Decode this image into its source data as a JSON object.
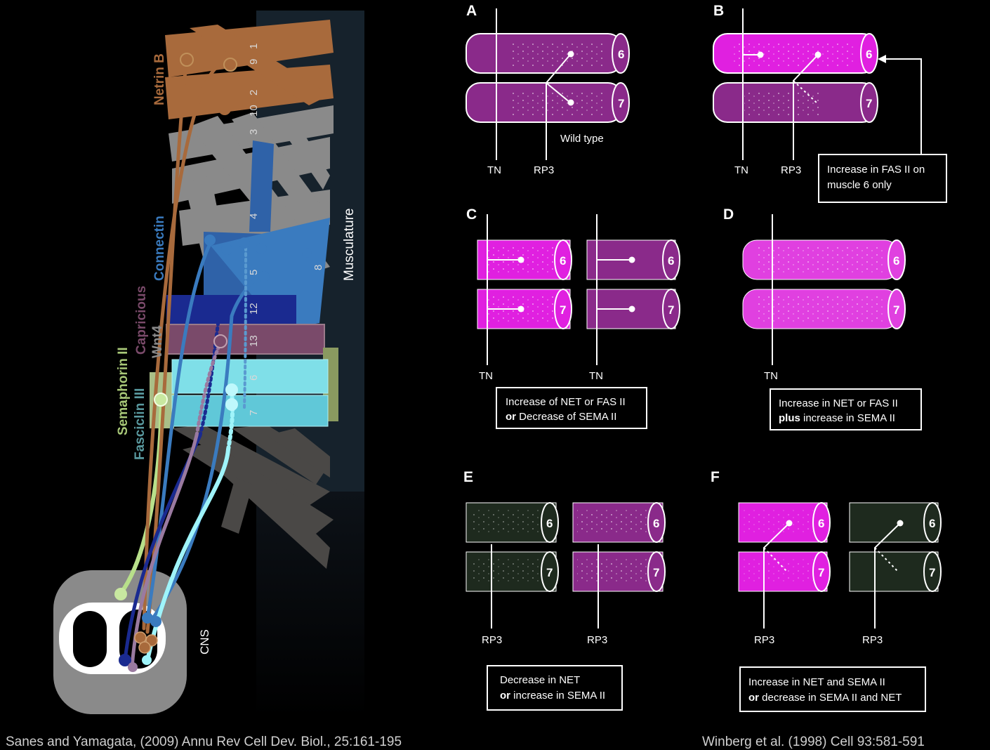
{
  "left_panel": {
    "muscle_numbers": [
      "1",
      "9",
      "2",
      "10",
      "3",
      "4",
      "5",
      "8",
      "12",
      "13",
      "6",
      "7"
    ],
    "labels": {
      "netrin": "Netrin B",
      "connectin": "Connectin",
      "capricious": "Capricious",
      "wnt4": "Wnt4",
      "semaphorin": "Semaphorin II",
      "fasciclin": "Fasciclin III",
      "musculature": "Musculature",
      "cns": "CNS"
    },
    "colors": {
      "netrin": "#a86a3c",
      "connectin": "#3a7bbf",
      "capricious": "#7a4a6a",
      "semaphorin": "#b8d88a",
      "fasciclin": "#7fdfe8",
      "gray_muscle": "#8a8a8a"
    }
  },
  "right_panel": {
    "panels": [
      {
        "letter": "A",
        "caption": "Wild type",
        "labels": [
          "TN",
          "RP3"
        ]
      },
      {
        "letter": "B",
        "box": [
          "Increase in FAS II on",
          "muscle 6 only"
        ],
        "labels": [
          "TN",
          "RP3"
        ]
      },
      {
        "letter": "C",
        "box_line1": "Increase of NET or FAS II",
        "box_line2_bold": "or",
        "box_line2_rest": " Decrease of SEMA II",
        "labels": [
          "TN",
          "TN"
        ]
      },
      {
        "letter": "D",
        "box_line1": "Increase in NET or FAS II",
        "box_line2_bold": "plus",
        "box_line2_rest": " increase in SEMA II",
        "labels": [
          "TN"
        ]
      },
      {
        "letter": "E",
        "box_line1": "Decrease in NET",
        "box_line2_bold": "or",
        "box_line2_rest": " increase in SEMA II",
        "labels": [
          "RP3",
          "RP3"
        ]
      },
      {
        "letter": "F",
        "box_line1": "Increase in NET and SEMA II",
        "box_line2_bold": "or",
        "box_line2_rest": " decrease in SEMA II and NET",
        "labels": [
          "RP3",
          "RP3"
        ]
      }
    ],
    "muscle_ids": [
      "6",
      "7"
    ],
    "colors": {
      "magenta": "#e020e0",
      "purple": "#8a2a8a",
      "dark_green": "#1e2a1e"
    }
  },
  "citations": {
    "left": "Sanes and Yamagata, (2009) Annu Rev Cell Dev. Biol., 25:161-195",
    "right": "Winberg et al. (1998) Cell 93:581-591"
  }
}
